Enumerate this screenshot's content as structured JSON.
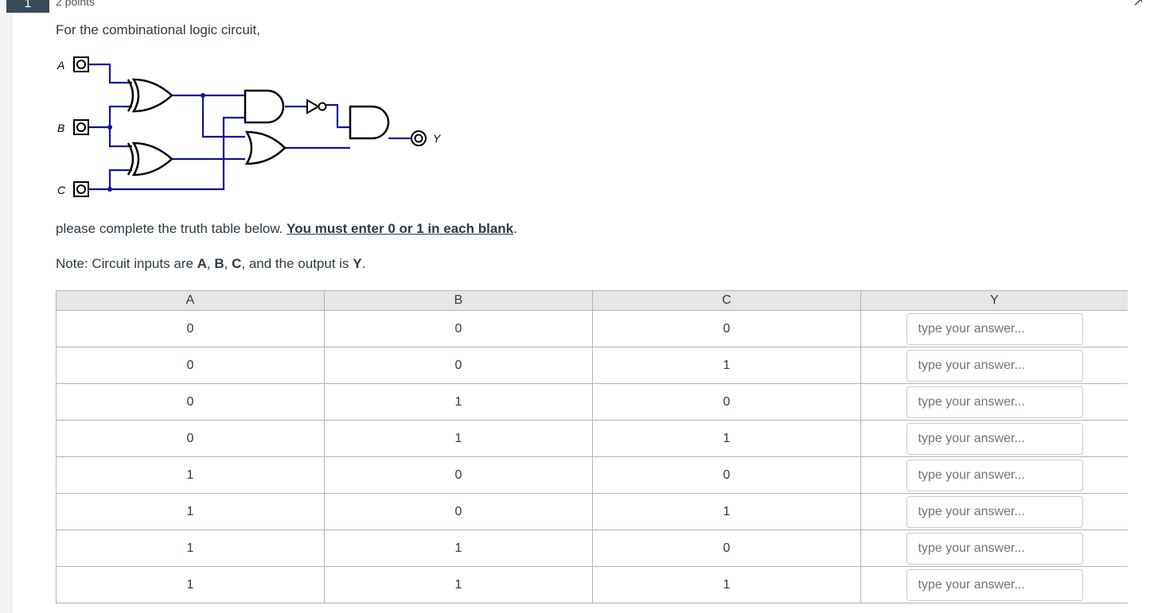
{
  "question": {
    "number": "1",
    "points": "2 points",
    "prompt": "For the combinational logic circuit,",
    "instruction_prefix": "please complete the truth table below. ",
    "instruction_emphasis": "You must enter 0 or 1 in each blank",
    "instruction_suffix": ".",
    "note_prefix": "Note: Circuit inputs are ",
    "note_a": "A",
    "note_sep1": ", ",
    "note_b": "B",
    "note_sep2": ", ",
    "note_c": "C",
    "note_mid": ", and the output is ",
    "note_y": "Y",
    "note_end": "."
  },
  "circuit": {
    "input_a": "A",
    "input_b": "B",
    "input_c": "C",
    "output_y": "Y",
    "wire_color": "#1010a0"
  },
  "table": {
    "headers": [
      "A",
      "B",
      "C",
      "Y"
    ],
    "rows": [
      [
        "0",
        "0",
        "0"
      ],
      [
        "0",
        "0",
        "1"
      ],
      [
        "0",
        "1",
        "0"
      ],
      [
        "0",
        "1",
        "1"
      ],
      [
        "1",
        "0",
        "0"
      ],
      [
        "1",
        "0",
        "1"
      ],
      [
        "1",
        "1",
        "0"
      ],
      [
        "1",
        "1",
        "1"
      ]
    ],
    "answer_placeholder": "type your answer..."
  }
}
